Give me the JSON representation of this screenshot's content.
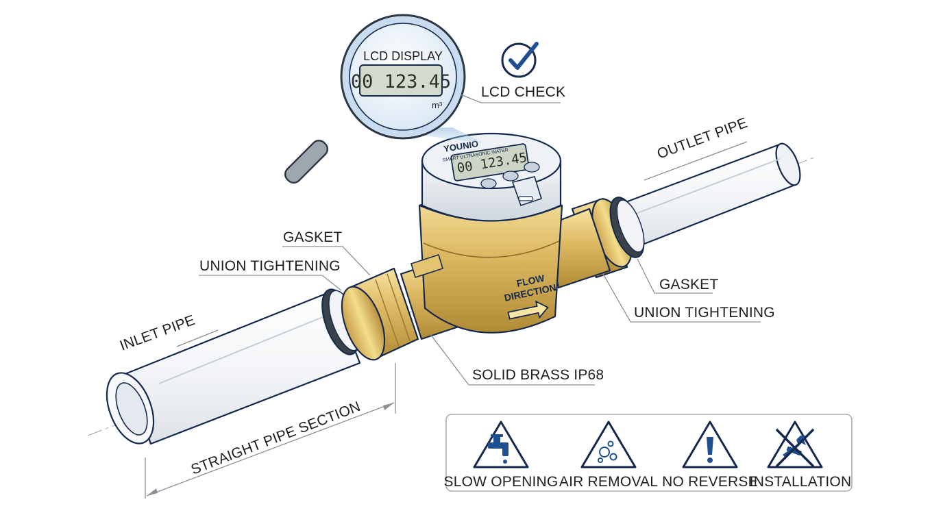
{
  "labels": {
    "lcd_check": "LCD CHECK",
    "outlet_pipe": "OUTLET PIPE",
    "gasket_left": "GASKET",
    "union_left": "UNION TIGHTENING",
    "gasket_right": "GASKET",
    "union_right": "UNION TIGHTENING",
    "inlet_pipe": "INLET PIPE",
    "solid_brass": "SOLID BRASS IP68",
    "straight_section": "STRAIGHT PIPE SECTION",
    "flow_line1": "FLOW",
    "flow_line2": "DIRECTION"
  },
  "magnifier": {
    "title": "LCD DISPLAY",
    "reading": "00 123.45",
    "unit": "m³"
  },
  "meter": {
    "brand": "YOUNIO",
    "subtitle": "SMART ULTRASONIC WATER",
    "reading": "00 123.45"
  },
  "warnings": [
    {
      "icon": "faucet-warning-icon",
      "label": "SLOW OPENING"
    },
    {
      "icon": "bubbles-warning-icon",
      "label": "AIR REMOVAL"
    },
    {
      "icon": "exclamation-warning-icon",
      "label": "NO REVERSE"
    },
    {
      "icon": "no-wrench-warning-icon",
      "label": "INSTALLATION"
    }
  ],
  "colors": {
    "brass_light": "#f3dc8c",
    "brass_mid": "#d9b35a",
    "brass_dark": "#a8822e",
    "outline_navy": "#14294d",
    "lcd_green": "#d3dccc",
    "magnifier_blue": "#b9d3ea"
  }
}
